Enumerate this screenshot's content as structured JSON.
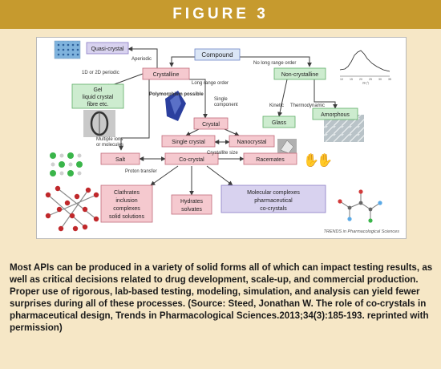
{
  "header": {
    "title": "FIGURE 3"
  },
  "diagram": {
    "nodes": {
      "compound": "Compound",
      "quasi_crystal": "Quasi-crystal",
      "crystalline": "Crystalline",
      "non_crystalline": "Non-crystalline",
      "gel_line1": "Gel",
      "gel_line2": "liquid crystal",
      "gel_line3": "fibre etc.",
      "amorphous": "Amorphous",
      "glass": "Glass",
      "crystal": "Crystal",
      "single_crystal": "Single crystal",
      "nanocrystal": "Nanocrystal",
      "salt": "Salt",
      "co_crystal": "Co-crystal",
      "racemates": "Racemates",
      "clathrates_line1": "Clathrates",
      "clathrates_line2": "inclusion",
      "clathrates_line3": "complexes",
      "clathrates_line4": "solid solutions",
      "hydrates_line1": "Hydrates",
      "hydrates_line2": "solvates",
      "molecular_line1": "Molecular complexes",
      "molecular_line2": "pharmaceutical",
      "molecular_line3": "co-crystals"
    },
    "edge_labels": {
      "aperiodic": "Aperiodic",
      "periodic": "1D or 2D periodic",
      "no_long_range": "No long range order",
      "long_range": "Long range order",
      "polymorphism": "Polymorphism possible",
      "single_component_1": "Single",
      "single_component_2": "component",
      "kinetic": "Kinetic",
      "thermodynamic": "Thermodynamic",
      "crystallite_size": "Crystallite size",
      "multiple_ions_1": "Multiple ions",
      "multiple_ions_2": "or molecules",
      "proton_transfer": "Proton transfer"
    },
    "xrd_ticks": [
      "10",
      "15",
      "20",
      "25",
      "30",
      "35"
    ],
    "xrd_axis_label": "2θ (°)",
    "source_credit": "TRENDS in Pharmacological Sciences",
    "colors": {
      "pink_node": "#f5c9cf",
      "green_node": "#cdeccf",
      "lavender_node": "#d8d2ef",
      "blue_node": "#dbe6f6",
      "arrow": "#3d3d3d"
    }
  },
  "caption": "Most APIs can be produced in a variety of solid forms all of which can impact testing results, as well as critical decisions related to drug development, scale-up, and commercial production. Proper use of rigorous, lab-based testing, modeling, simulation, and analysis can yield fewer surprises during all of these processes. (Source: Steed, Jonathan W. The role of co-crystals in pharmaceutical design, Trends in Pharmacological Sciences.2013;34(3):185-193. reprinted with permission)"
}
